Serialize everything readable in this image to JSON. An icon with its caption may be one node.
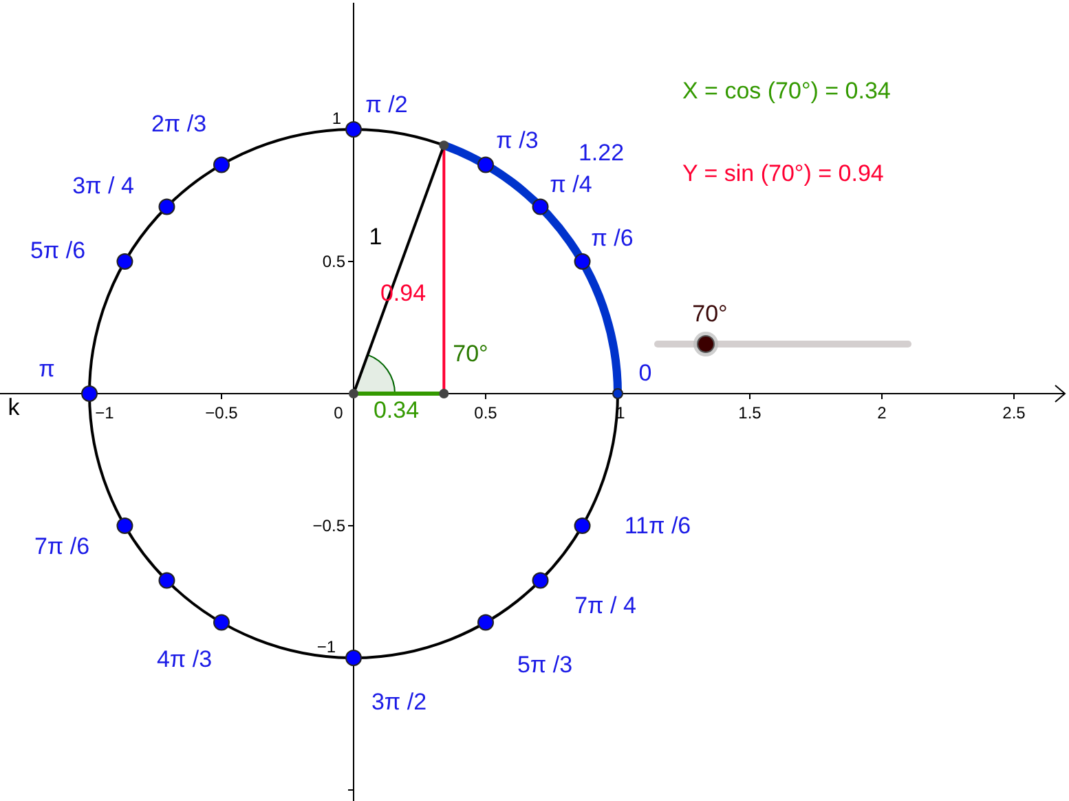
{
  "diagram": {
    "labels": [
      "X = cos (70°) = 0.34",
      "π /2",
      "2π /3",
      "1",
      "π /3",
      "1.22",
      "Y = sin (70°) = 0.94",
      "3π / 4",
      "π /4",
      "1",
      "5π /6",
      "π /6",
      "0.5",
      "0.94",
      "70°",
      "70°",
      "π",
      "0",
      "k",
      "−1",
      "−0.5",
      "0",
      "0.34",
      "0.5",
      "1",
      "1.5",
      "2",
      "2.5",
      "−0.5",
      "11π /6",
      "7π /6",
      "7π / 4",
      "−1",
      "4π /3",
      "5π /3",
      "3π /2"
    ]
  }
}
